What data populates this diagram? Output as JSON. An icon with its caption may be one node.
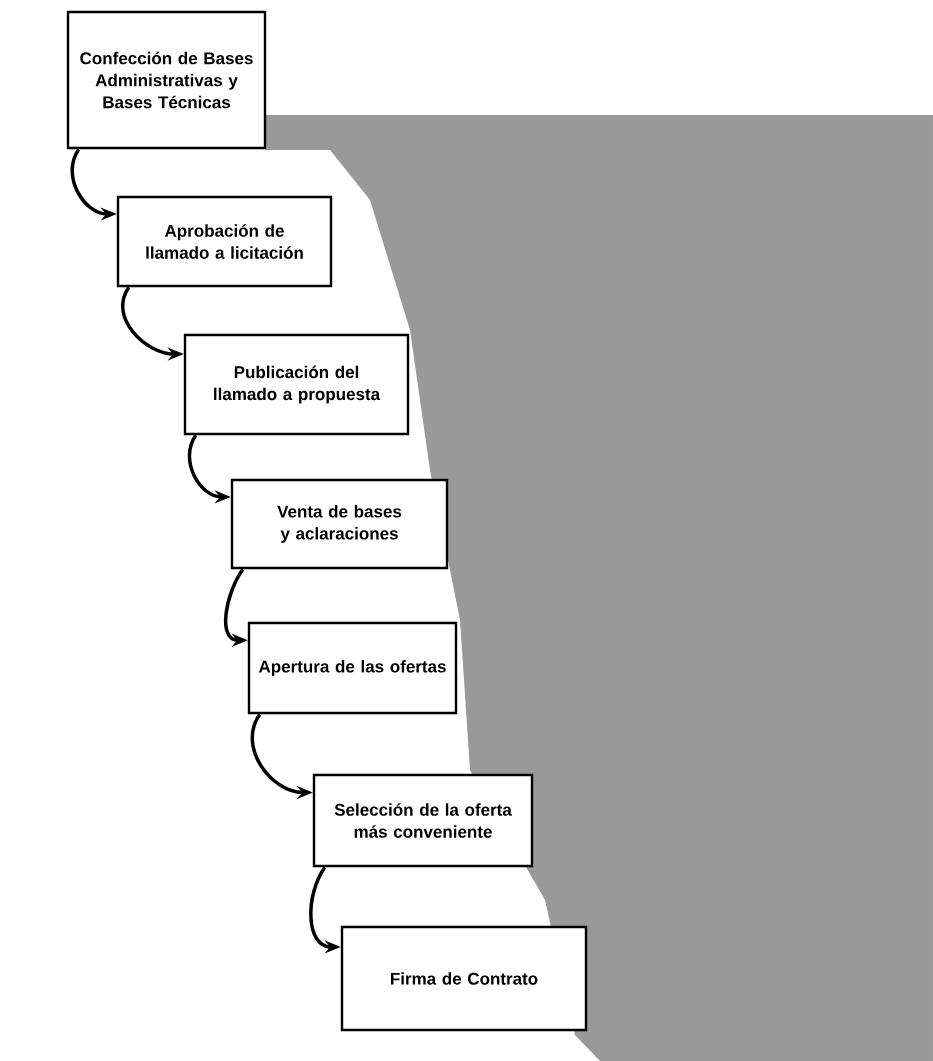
{
  "diagram": {
    "nodes": [
      {
        "text": [
          "Confección de Bases Administrativas y Bases Técnicas"
        ]
      },
      {
        "text": [
          "Aprobación de llamado a licitación"
        ]
      },
      {
        "text": [
          "Publicación del llamado a propuesta"
        ]
      },
      {
        "text": [
          "Venta de bases y aclaraciones"
        ]
      },
      {
        "text": [
          "Apertura de las ofertas"
        ]
      },
      {
        "text": [
          "Selección de la oferta más conveniente"
        ]
      },
      {
        "text": [
          "Firma de Contrato"
        ]
      }
    ],
    "edges": [
      {
        "from": 0,
        "to": 1,
        "arrow": "to"
      },
      {
        "from": 1,
        "to": 2,
        "arrow": "to"
      },
      {
        "from": 2,
        "to": 3,
        "arrow": "to"
      },
      {
        "from": 3,
        "to": 4,
        "arrow": "to"
      },
      {
        "from": 4,
        "to": 5,
        "arrow": "to"
      },
      {
        "from": 5,
        "to": 6,
        "arrow": "to"
      }
    ]
  }
}
